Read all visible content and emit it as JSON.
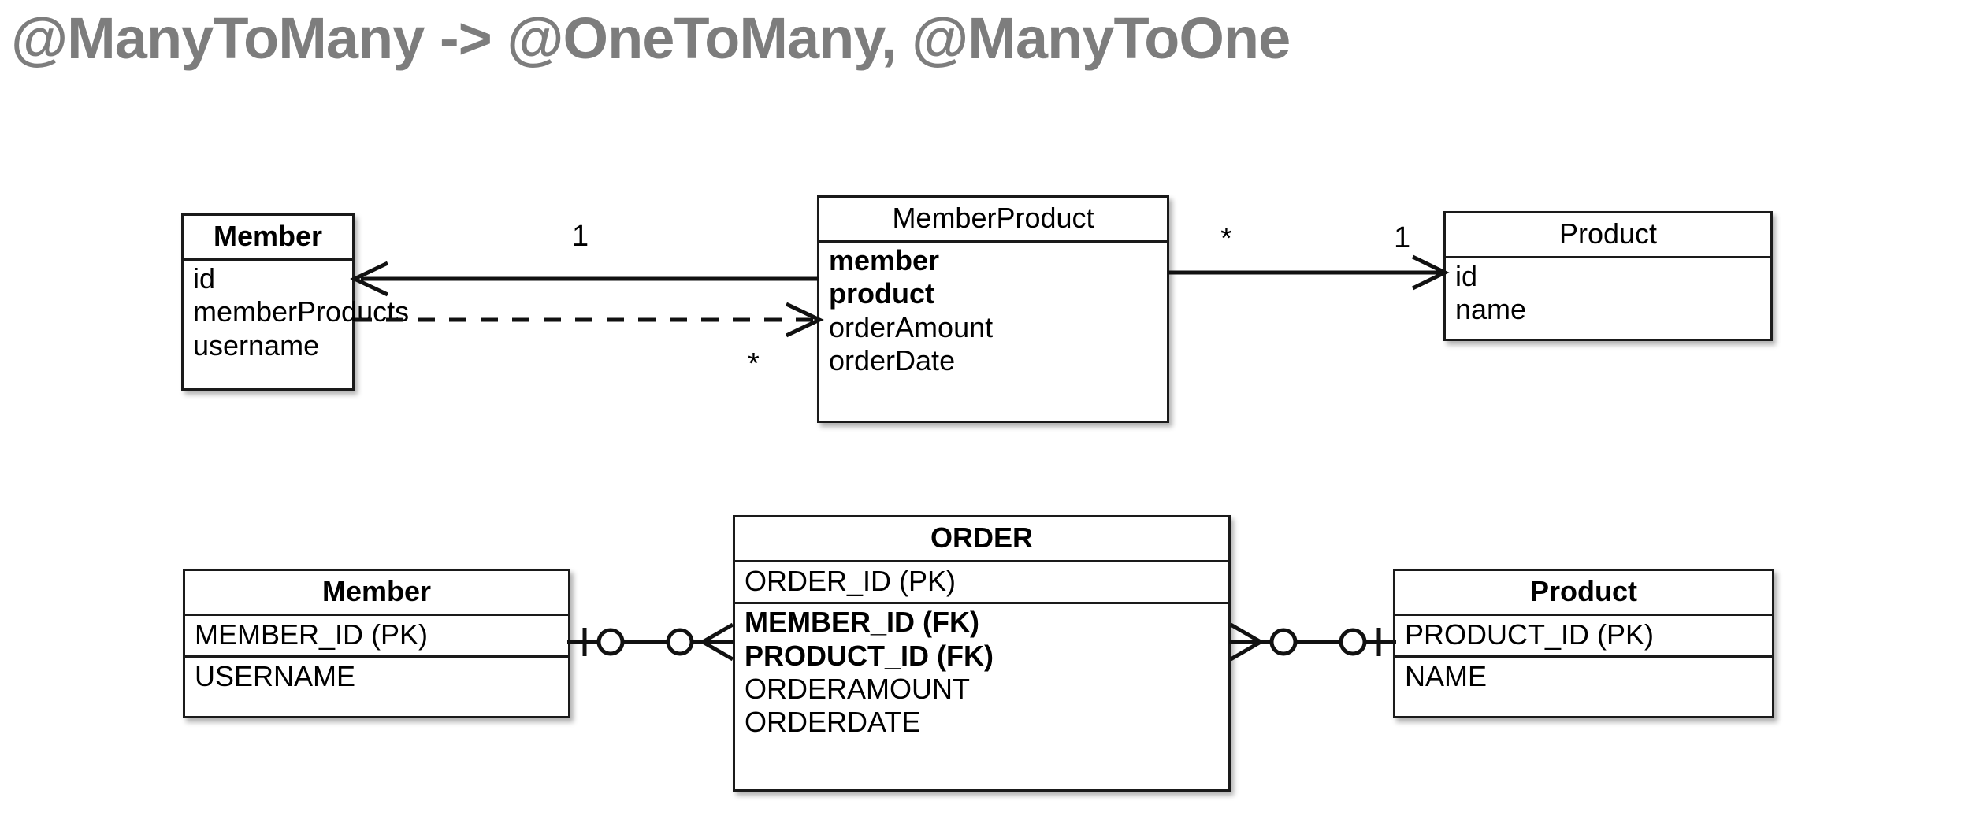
{
  "title": "@ManyToMany -> @OneToMany, @ManyToOne",
  "colors": {
    "title_gray": "#7d7d7d",
    "line_black": "#111111",
    "box_background": "#ffffff"
  },
  "uml_diagram": {
    "member": {
      "title": "Member",
      "fields": [
        "id",
        "memberProducts",
        "username"
      ]
    },
    "member_product": {
      "title": "MemberProduct",
      "fields": [
        {
          "label": "member",
          "bold": true
        },
        {
          "label": "product",
          "bold": true
        },
        {
          "label": "orderAmount",
          "bold": false
        },
        {
          "label": "orderDate",
          "bold": false
        }
      ]
    },
    "product": {
      "title": "Product",
      "fields": [
        "id",
        "name"
      ]
    },
    "relations": {
      "member_to_memberproduct_solid": "1",
      "member_to_memberproduct_dashed": "*",
      "memberproduct_to_product_source": "*",
      "memberproduct_to_product_target": "1"
    }
  },
  "er_diagram": {
    "member_table": {
      "title": "Member",
      "rows": [
        "MEMBER_ID (PK)",
        "USERNAME"
      ]
    },
    "order_table": {
      "title": "ORDER",
      "pk_rows": [
        "ORDER_ID (PK)"
      ],
      "rows": [
        {
          "label": "MEMBER_ID (FK)",
          "bold": true
        },
        {
          "label": "PRODUCT_ID (FK)",
          "bold": true
        },
        {
          "label": "ORDERAMOUNT",
          "bold": false
        },
        {
          "label": "ORDERDATE",
          "bold": false
        }
      ]
    },
    "product_table": {
      "title": "Product",
      "rows": [
        "PRODUCT_ID (PK)",
        "NAME"
      ]
    },
    "crowsfoot": {
      "left_connector": "one-to-many",
      "right_connector": "many-to-one"
    }
  }
}
